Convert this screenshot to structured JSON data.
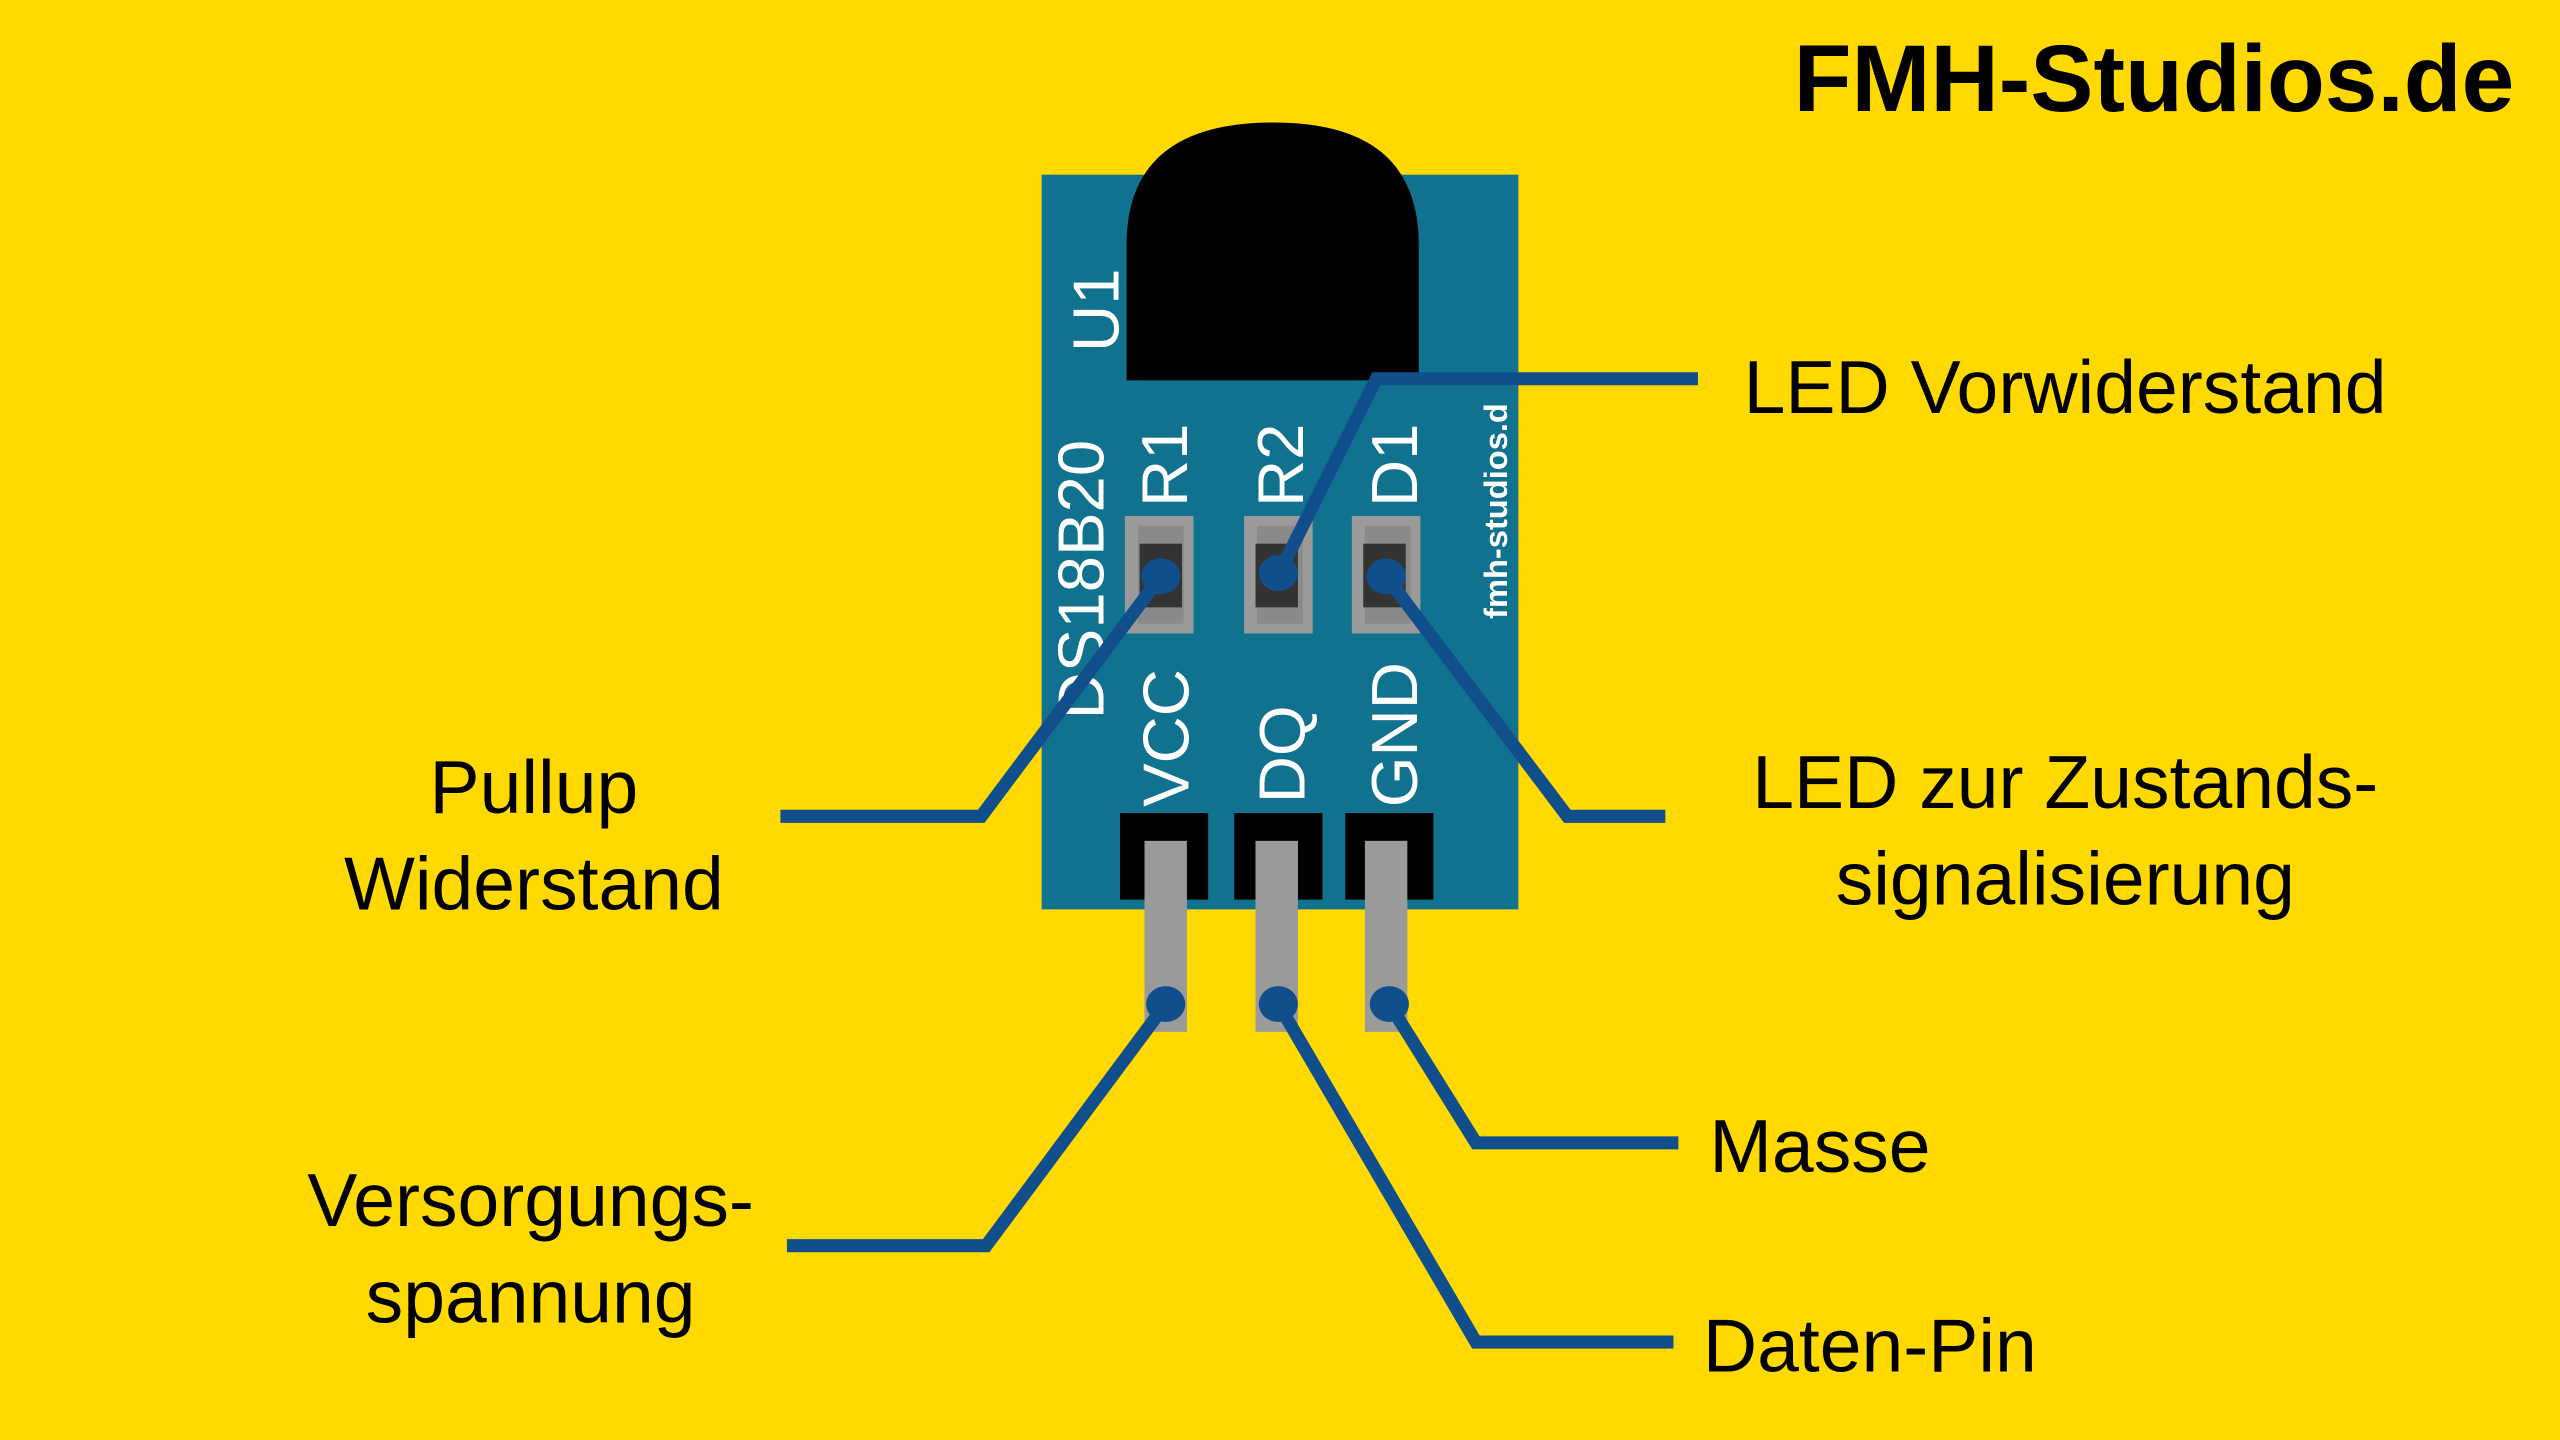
{
  "brand": "FMH-Studios.de",
  "colors": {
    "background": "#FFD900",
    "board": "#117290",
    "wire": "#114f8c",
    "pin": "#9a9a9a",
    "component": "#000000"
  },
  "board": {
    "chip_label": "U1",
    "part_label": "DS18B20",
    "url_label": "fmh-studios.d",
    "smd_labels": [
      "R1",
      "R2",
      "D1"
    ],
    "pin_labels": [
      "VCC",
      "DQ",
      "GND"
    ]
  },
  "annotations": {
    "pullup": [
      "Pullup",
      "Widerstand"
    ],
    "led_resistor": "LED Vorwiderstand",
    "led_status": [
      "LED zur Zustands-",
      "signalisierung"
    ],
    "supply": [
      "Versorgungs-",
      "spannung"
    ],
    "ground": "Masse",
    "data_pin": "Daten-Pin"
  }
}
